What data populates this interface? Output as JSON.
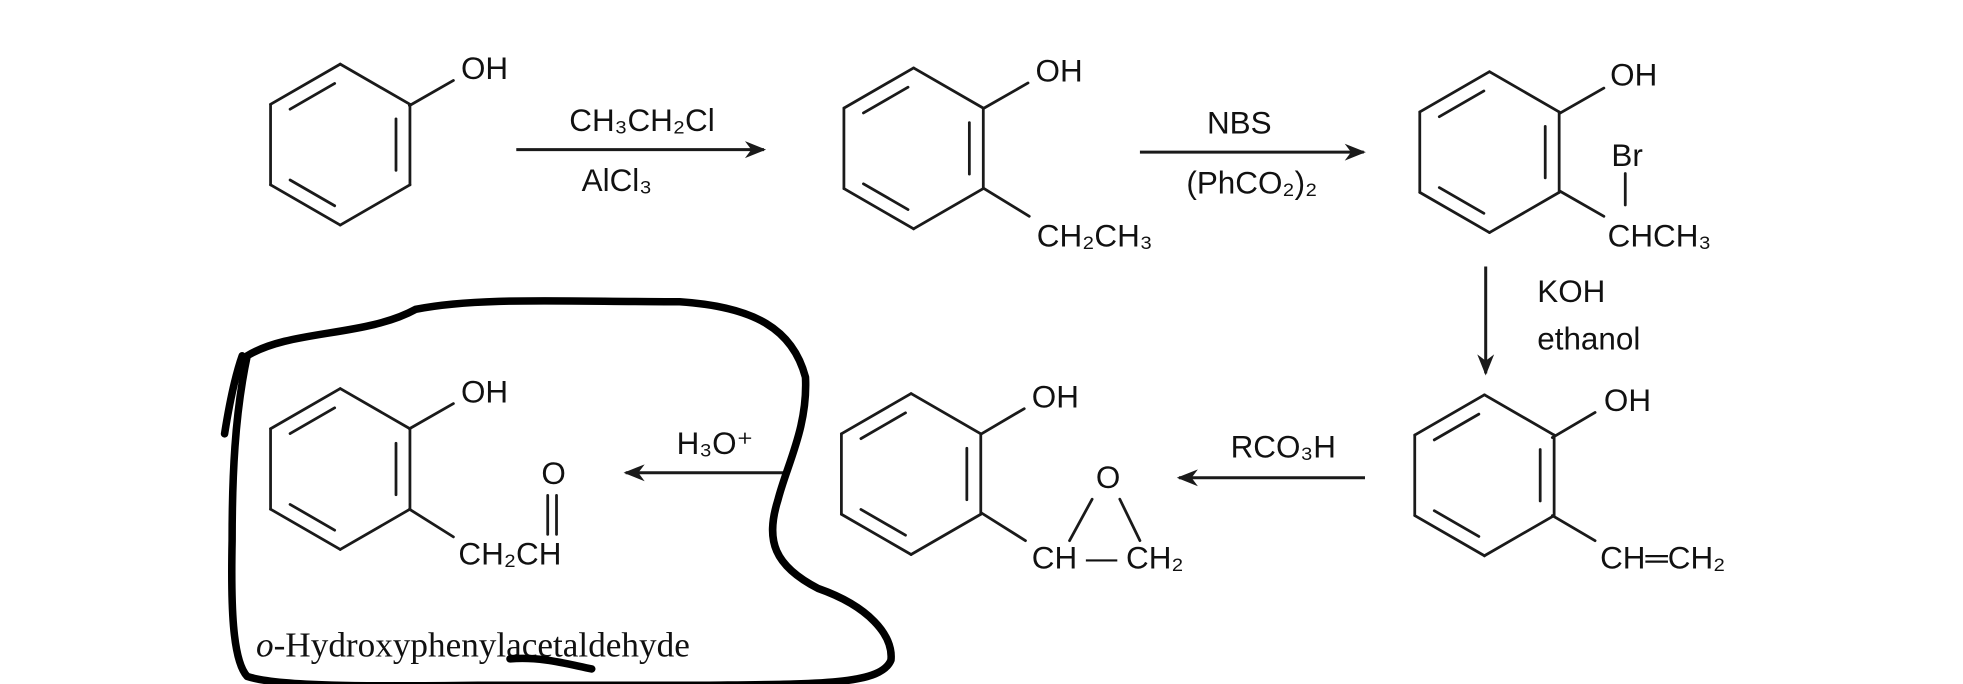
{
  "scheme": {
    "compounds": [
      {
        "name": "phenol",
        "oh": "OH"
      },
      {
        "name": "2-ethylphenol",
        "oh": "OH",
        "sub": "CH₂CH₃"
      },
      {
        "name": "bromo",
        "oh": "OH",
        "br": "Br",
        "sub": "CHCH₃"
      },
      {
        "name": "vinyl",
        "oh": "OH",
        "sub": "CH═CH₂"
      },
      {
        "name": "epoxide",
        "oh": "OH",
        "o": "O",
        "sub": "CH — CH₂"
      },
      {
        "name": "aldehyde",
        "oh": "OH",
        "o": "O",
        "sub": "CH₂CH"
      }
    ],
    "reagents": {
      "step1_top": "CH₃CH₂Cl",
      "step1_bottom": "AlCl₃",
      "step2_top": "NBS",
      "step2_bottom": "(PhCO₂)₂",
      "step3_line1": "KOH",
      "step3_line2": "ethanol",
      "step4_top": "RCO₃H",
      "step5_top": "H₃O⁺"
    },
    "caption": {
      "prefix": "o",
      "rest": "-Hydroxyphenylacetaldehyde"
    }
  }
}
